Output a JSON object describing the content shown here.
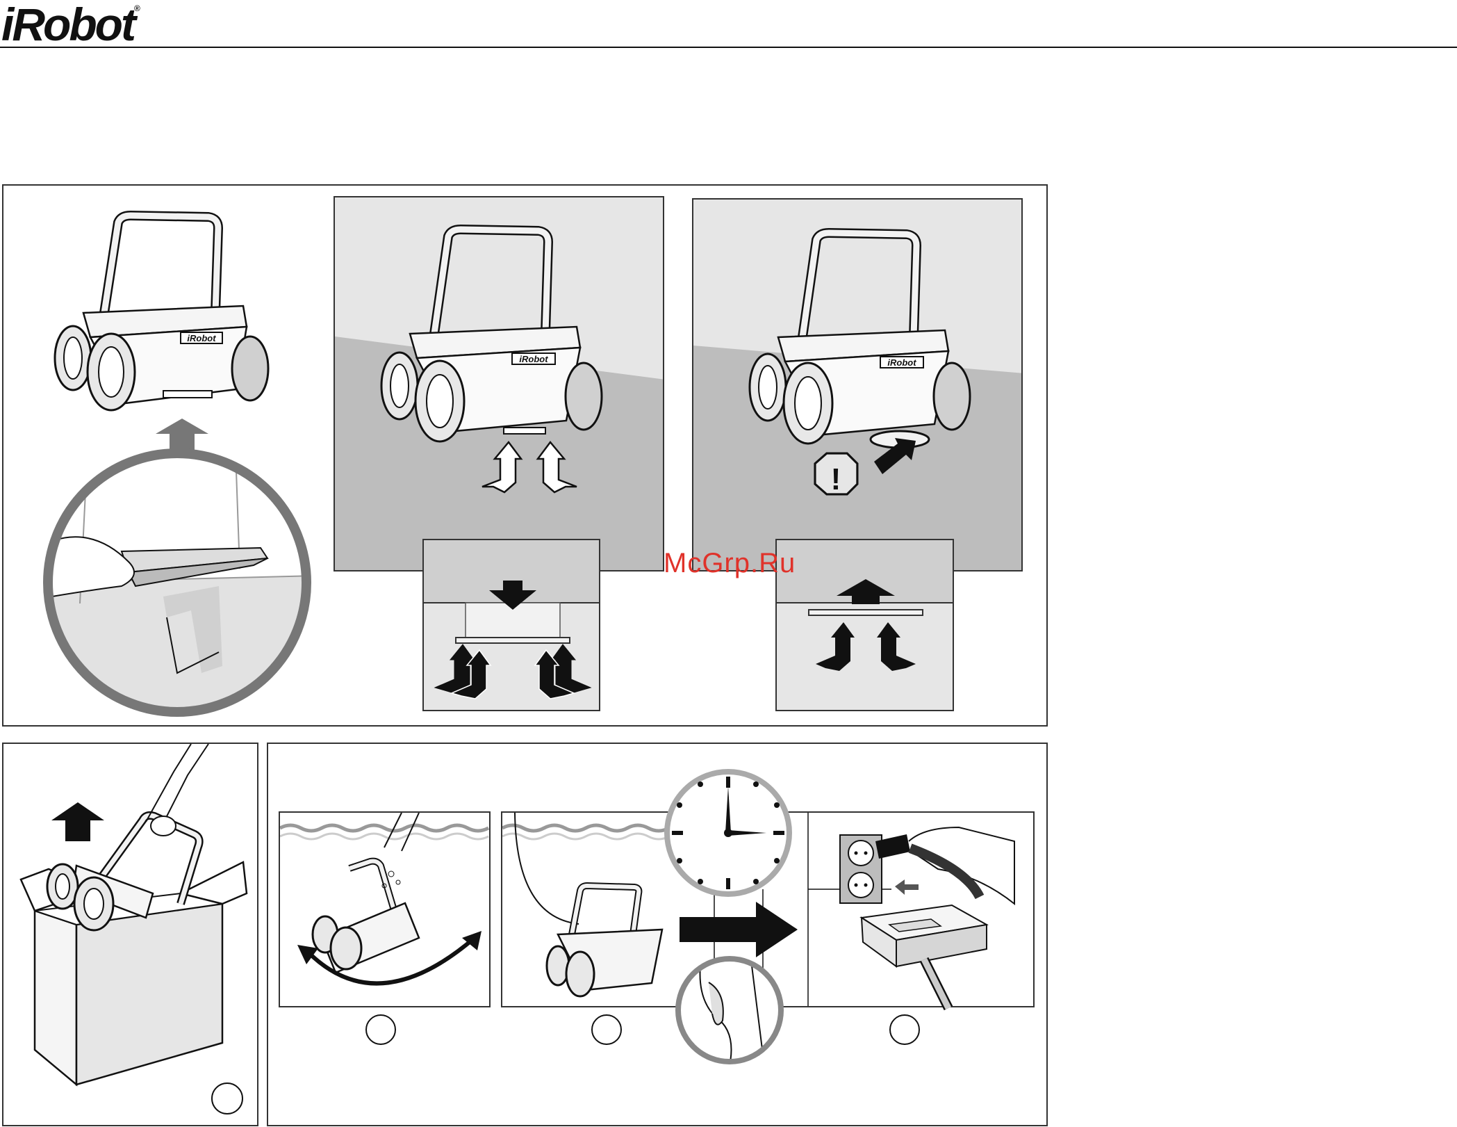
{
  "header": {
    "logo": "iRobot",
    "logo_mark": "®"
  },
  "robot_badge": "iRobot",
  "watermark": "McGrp.Ru",
  "warning_symbol": "!",
  "colors": {
    "panel_gray": "#e6e6e6",
    "floor_gray": "#bdbdbd",
    "dark": "#1a1a1a",
    "ring": "#777777"
  },
  "icons": [
    "arrow-up-icon",
    "warning-icon",
    "clock-icon",
    "arrow-right-icon",
    "power-outlet-icon"
  ]
}
